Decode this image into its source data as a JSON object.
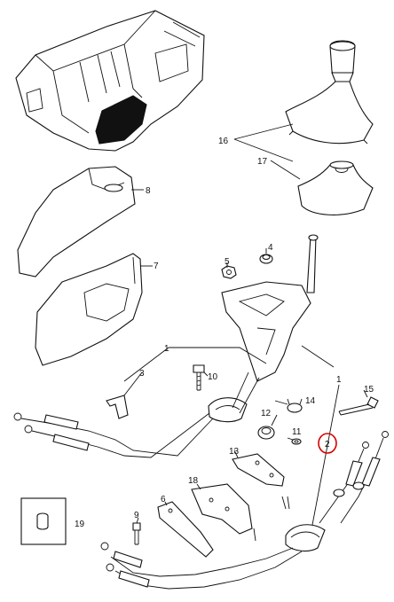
{
  "callouts": {
    "c16": "16",
    "c17": "17",
    "c8": "8",
    "c7": "7",
    "c4": "4",
    "c5": "5",
    "c1a": "1",
    "c1b": "1",
    "c3": "3",
    "c10": "10",
    "c14": "14",
    "c15": "15",
    "c12": "12",
    "c11": "11",
    "c2": "2",
    "c13": "13",
    "c18": "18",
    "c6": "6",
    "c9": "9",
    "c19": "19"
  },
  "highlighted_callout": "2",
  "colors": {
    "highlight": "#d40000",
    "line": "#111111",
    "shade": "#d9d9d9"
  }
}
